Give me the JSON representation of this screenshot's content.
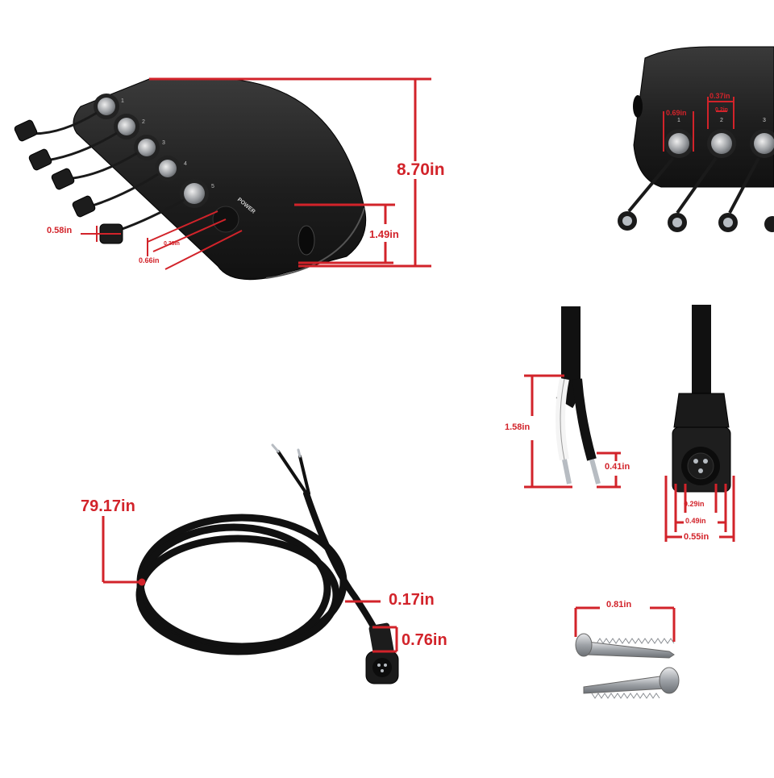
{
  "colors": {
    "dimension": "#d2232a",
    "device": "#1c1c1c",
    "device_highlight": "#4a4a4a",
    "metal": "#a9adb2",
    "background": "#ffffff"
  },
  "hub": {
    "height": "8.70in",
    "depth": "1.49in",
    "cap_diameter": "0.58in",
    "connector_small": "0.39in",
    "connector_large": "0.66in",
    "power_label": "POWER",
    "port_numbers": [
      "1",
      "2",
      "3",
      "4",
      "5"
    ]
  },
  "hub_closeup": {
    "port_width": "0.69in",
    "port_spacing": "0.37in",
    "port_gap": "0.2in",
    "port_numbers": [
      "1",
      "2",
      "3"
    ]
  },
  "wire_ends": {
    "strip_length": "1.58in",
    "tip_length": "0.41in"
  },
  "plug_end": {
    "inner": "0.29in",
    "middle": "0.49in",
    "outer": "0.55in"
  },
  "cable": {
    "length": "79.17in",
    "cable_diameter": "0.17in",
    "plug_length": "0.76in"
  },
  "screws": {
    "length": "0.81in"
  }
}
